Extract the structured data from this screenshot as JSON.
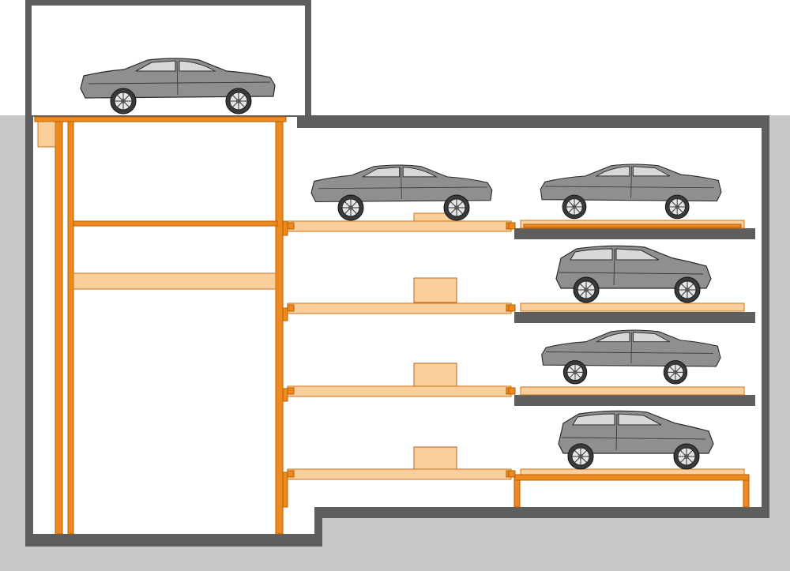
{
  "colors": {
    "ground": "#c8c8c8",
    "wall": "#5e5e5e",
    "steel": "#ee8a1d",
    "pallet": "#fbcf9c",
    "car": "#8f8f8f",
    "interior": "#ffffff"
  },
  "diagram": {
    "type": "underground-multi-level-parking-system-section",
    "levels": [
      {
        "level": "entrance",
        "cars": [
          "sedan"
        ]
      },
      {
        "level": "basement-1",
        "cars": [
          "sedan",
          "sedan"
        ]
      },
      {
        "level": "basement-2",
        "cars": [
          "hatchback"
        ]
      },
      {
        "level": "basement-3",
        "cars": [
          "sedan"
        ]
      },
      {
        "level": "basement-4",
        "cars": [
          "hatchback"
        ]
      }
    ]
  }
}
